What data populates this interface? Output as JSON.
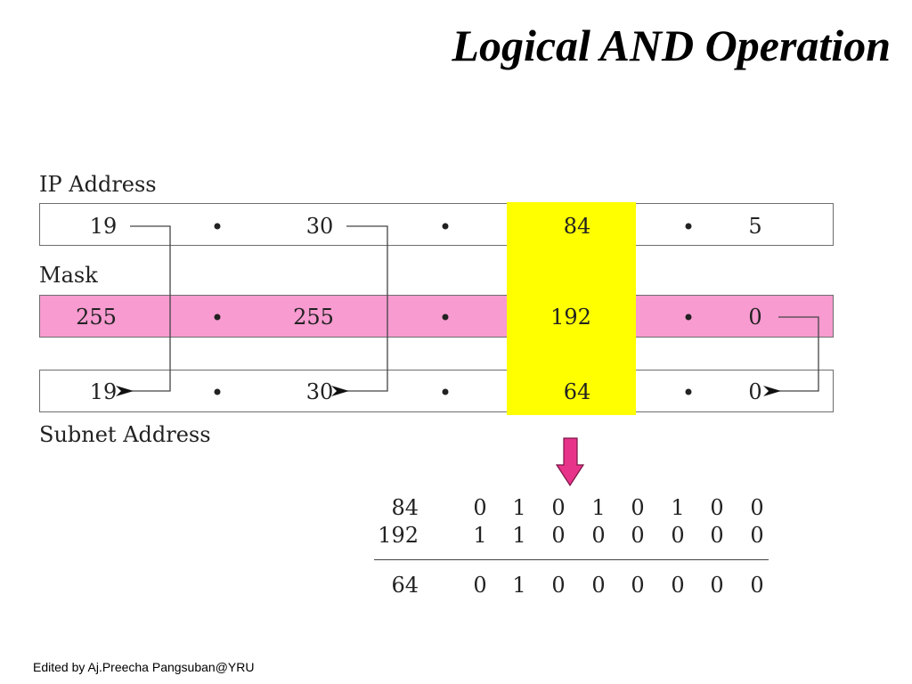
{
  "title": "Logical AND Operation",
  "labels": {
    "ip": "IP Address",
    "mask": "Mask",
    "subnet": "Subnet Address"
  },
  "rows": {
    "ip": [
      "19",
      "30",
      "84",
      "5"
    ],
    "mask": [
      "255",
      "255",
      "192",
      "0"
    ],
    "subnet": [
      "19",
      "30",
      "64",
      "0"
    ]
  },
  "binary_calc": {
    "rows": [
      {
        "label": "84",
        "bits": [
          "0",
          "1",
          "0",
          "1",
          "0",
          "1",
          "0",
          "0"
        ]
      },
      {
        "label": "192",
        "bits": [
          "1",
          "1",
          "0",
          "0",
          "0",
          "0",
          "0",
          "0"
        ]
      },
      {
        "label": "64",
        "bits": [
          "0",
          "1",
          "0",
          "0",
          "0",
          "0",
          "0",
          "0"
        ]
      }
    ]
  },
  "footer": "Edited by Aj.Preecha  Pangsuban@YRU",
  "colors": {
    "mask_row": "#f79bd0",
    "highlight": "#ffff00",
    "arrow": "#e8338a"
  }
}
